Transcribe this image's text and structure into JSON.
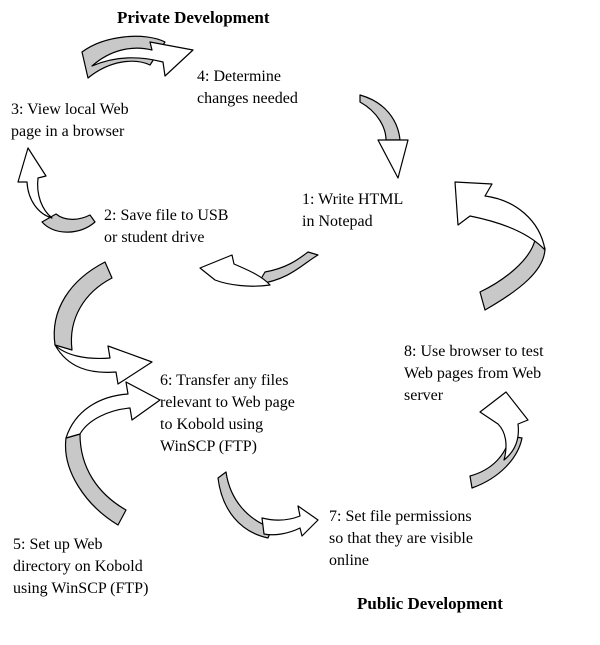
{
  "headings": {
    "private": "Private Development",
    "public": "Public Development"
  },
  "steps": {
    "step1": {
      "lines": [
        "1: Write HTML",
        "in Notepad"
      ]
    },
    "step2": {
      "lines": [
        "2: Save file to USB",
        "or student drive"
      ]
    },
    "step3": {
      "lines": [
        "3: View local Web",
        "page in a browser"
      ]
    },
    "step4": {
      "lines": [
        "4: Determine",
        "changes needed"
      ]
    },
    "step5": {
      "lines": [
        "5: Set up Web",
        "directory on Kobold",
        "using WinSCP (FTP)"
      ]
    },
    "step6": {
      "lines": [
        "6: Transfer any files",
        "relevant to Web page",
        "to Kobold using",
        "WinSCP (FTP)"
      ]
    },
    "step7": {
      "lines": [
        "7: Set file permissions",
        "so that they are visible",
        "online"
      ]
    },
    "step8": {
      "lines": [
        "8: Use browser to test",
        "Web pages from Web",
        "server"
      ]
    }
  },
  "colors": {
    "arrow_fill": "#c8c8c8",
    "arrow_light_fill": "#ffffff",
    "stroke": "#000000"
  }
}
